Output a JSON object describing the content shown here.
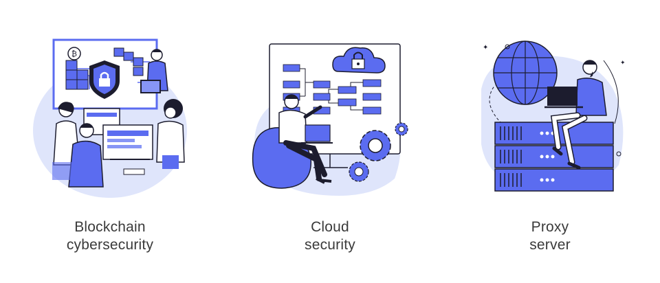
{
  "panels": [
    {
      "key": "blockchain",
      "icon": "blockchain-cybersecurity-illustration",
      "lines": [
        "Blockchain",
        "cybersecurity"
      ]
    },
    {
      "key": "cloud",
      "icon": "cloud-security-illustration",
      "lines": [
        "Cloud",
        "security"
      ]
    },
    {
      "key": "proxy",
      "icon": "proxy-server-illustration",
      "lines": [
        "Proxy",
        "server"
      ]
    }
  ],
  "colors": {
    "accent": "#5b6cf0",
    "accent_light": "#dfe5fb",
    "stroke": "#1c1c2e",
    "text": "#3a3a3a"
  }
}
